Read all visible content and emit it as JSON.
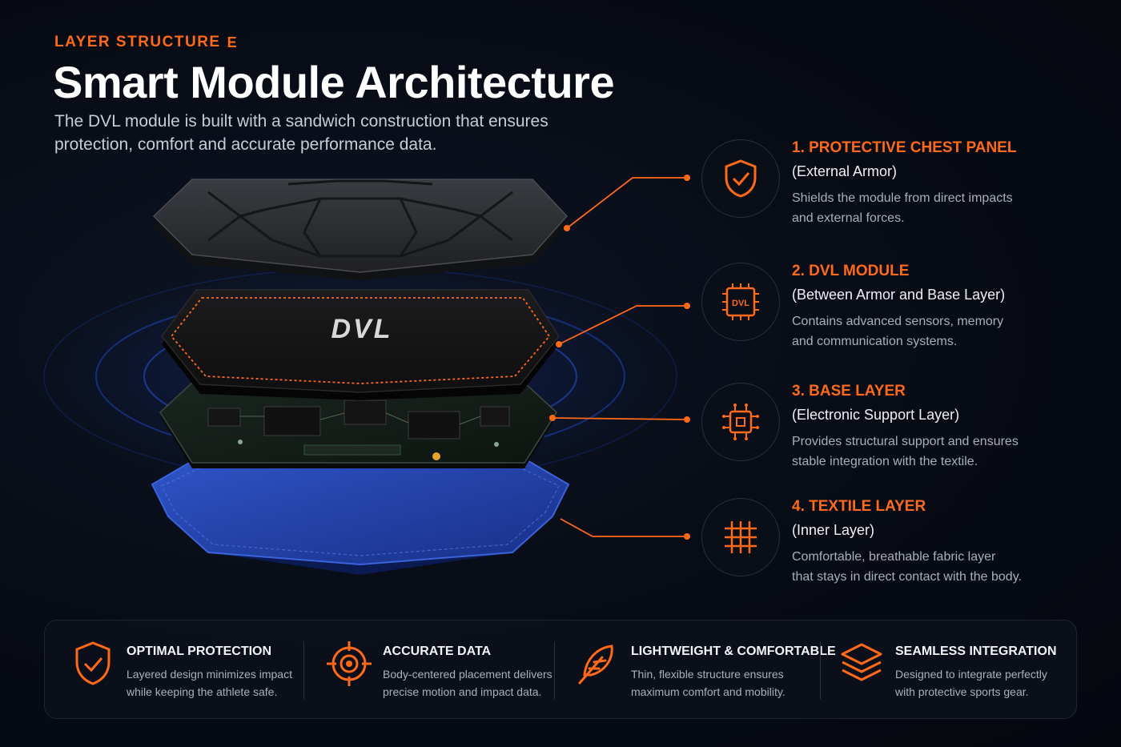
{
  "header": {
    "eyebrow": "LAYER STRUCTURE",
    "eyebrow_mark": "E",
    "title": "Smart Module Architecture",
    "subtitle_line1": "The DVL module is built with a sandwich construction that ensures",
    "subtitle_line2": "protection, comfort and accurate performance data."
  },
  "module": {
    "logo_text": "DVL",
    "chip_label": "DVL"
  },
  "layers": [
    {
      "heading": "1. PROTECTIVE CHEST PANEL",
      "subheading": "(External Armor)",
      "desc_line1": "Shields the module from direct impacts",
      "desc_line2": "and external forces.",
      "icon": "shield-check-icon"
    },
    {
      "heading": "2. DVL MODULE",
      "subheading": "(Between Armor and Base Layer)",
      "desc_line1": "Contains advanced sensors, memory",
      "desc_line2": "and communication systems.",
      "icon": "chip-icon"
    },
    {
      "heading": "3. BASE LAYER",
      "subheading": "(Electronic Support Layer)",
      "desc_line1": "Provides structural support and ensures",
      "desc_line2": "stable integration with the textile.",
      "icon": "circuit-icon"
    },
    {
      "heading": "4. TEXTILE LAYER",
      "subheading": "(Inner Layer)",
      "desc_line1": "Comfortable, breathable fabric layer",
      "desc_line2": "that stays in direct contact with the body.",
      "icon": "fabric-grid-icon"
    }
  ],
  "features": [
    {
      "title": "OPTIMAL PROTECTION",
      "desc_line1": "Layered design minimizes impact",
      "desc_line2": "while keeping the athlete safe.",
      "icon": "shield-check-icon"
    },
    {
      "title": "ACCURATE DATA",
      "desc_line1": "Body-centered placement delivers",
      "desc_line2": "precise motion and impact data.",
      "icon": "target-icon"
    },
    {
      "title": "LIGHTWEIGHT & COMFORTABLE",
      "desc_line1": "Thin, flexible structure ensures",
      "desc_line2": "maximum comfort and mobility.",
      "icon": "feather-icon"
    },
    {
      "title": "SEAMLESS INTEGRATION",
      "desc_line1": "Designed to integrate perfectly",
      "desc_line2": "with protective sports gear.",
      "icon": "layers-icon"
    }
  ],
  "colors": {
    "accent": "#ff6a1a",
    "background": "#070b14",
    "textile_blue": "#1f3fa8",
    "armor": "#2b2d31"
  }
}
